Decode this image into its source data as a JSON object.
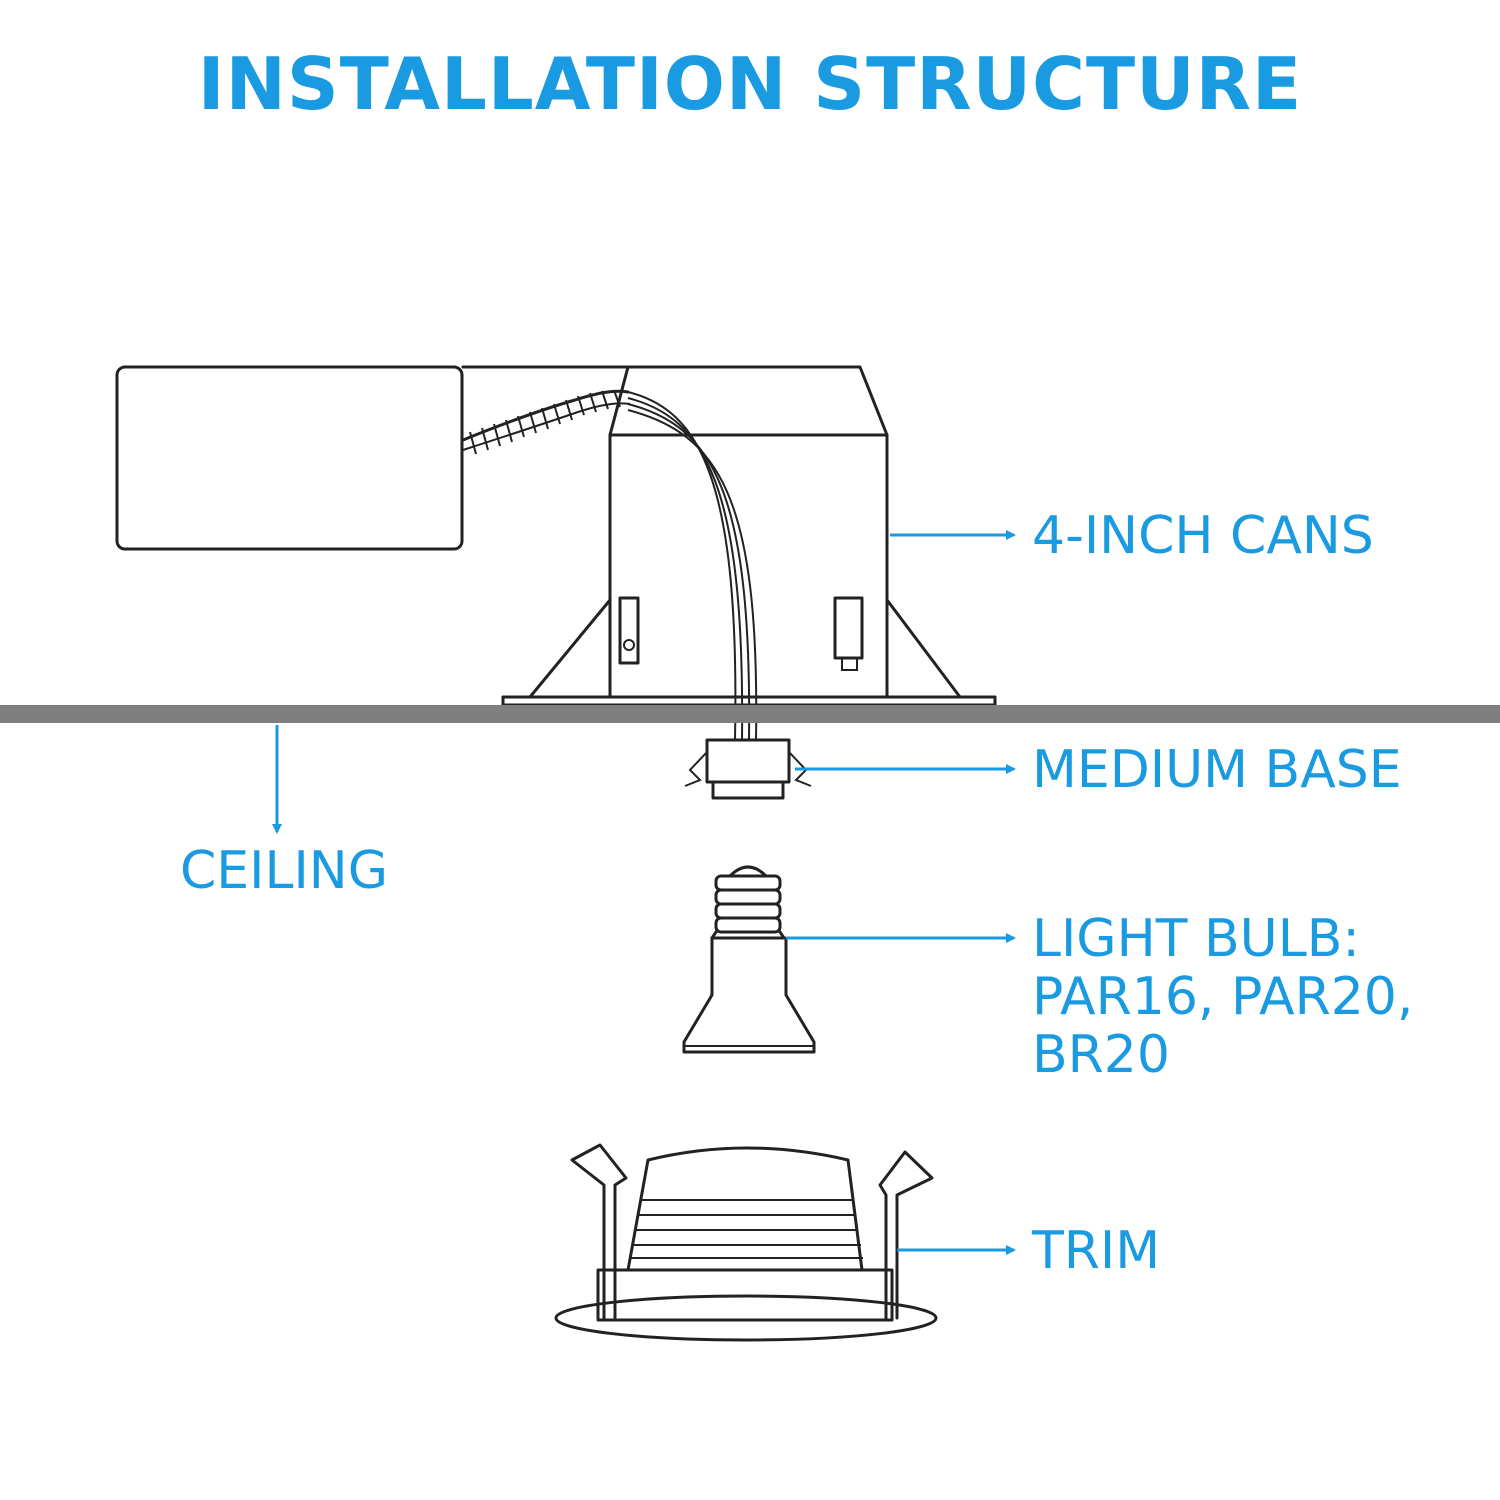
{
  "title": "INSTALLATION STRUCTURE",
  "colors": {
    "accent": "#1a9ae0",
    "ceiling": "#7f7f7f",
    "outline": "#222222"
  },
  "labels": {
    "cans": "4-INCH CANS",
    "ceiling": "CEILING",
    "base": "MEDIUM BASE",
    "bulb_line1": "LIGHT BULB:",
    "bulb_line2": "PAR16, PAR20,",
    "bulb_line3": "BR20",
    "trim": "TRIM"
  }
}
